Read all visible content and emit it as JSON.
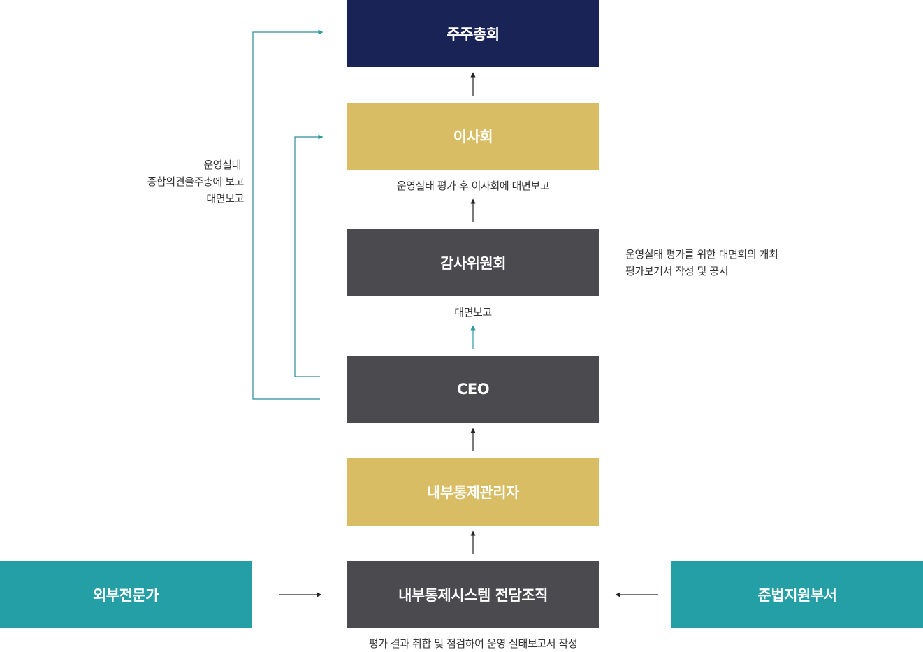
{
  "boxes": {
    "shareholders": "주주총회",
    "board": "이사회",
    "audit_committee": "감사위원회",
    "ceo": "CEO",
    "ic_manager": "내부통제관리자",
    "ic_team": "내부통제시스템 전담조직",
    "external_expert": "외부전문가",
    "compliance_dept": "준법지원부서"
  },
  "notes": {
    "board_report": "운영실태 평가 후 이사회에 대면보고",
    "ceo_report": "대면보고",
    "audit_lines": [
      "운영실태 평가를 위한 대면회의 개최",
      "평가보거서 작성 및 공시"
    ],
    "left_lines": [
      "운영실태",
      "종합의견을주총에 보고",
      "대면보고"
    ],
    "bottom": "평가 결과  취합 및 점검하여 운영 실태보고서 작성"
  },
  "colors": {
    "navy": "#1a2356",
    "gold": "#d8bd64",
    "gray": "#4a4a4f",
    "teal": "#249fa6",
    "line_teal": "#2a8c96",
    "arrow_dark": "#333333"
  }
}
